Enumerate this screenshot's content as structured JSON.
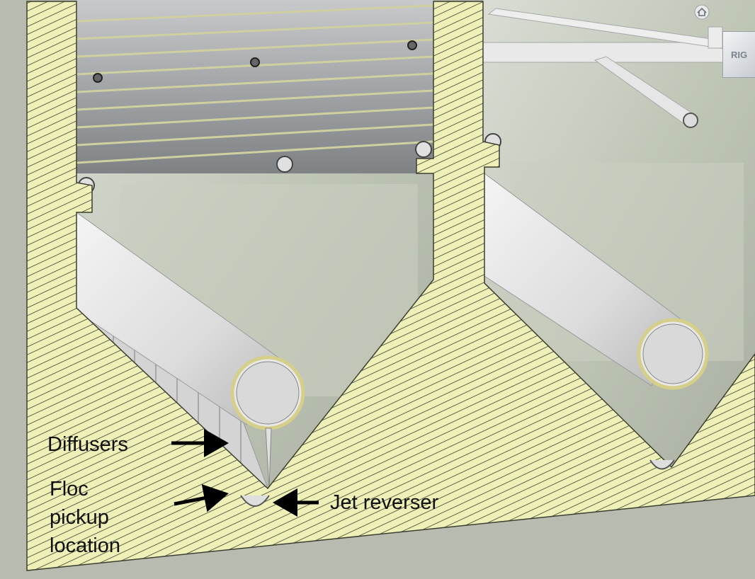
{
  "labels": {
    "diffusers": "Diffusers",
    "floc_pickup": [
      "Floc",
      "pickup",
      "location"
    ],
    "jet_reverser": "Jet reverser"
  },
  "viewcube": {
    "face_label": "RIG"
  },
  "icons": {
    "home": "home-icon"
  },
  "colors": {
    "concrete_section": "#eef0b8",
    "hatch": "#3c3f30",
    "tank_interior": "#c2c8b8",
    "pipe": "#e4e5e6",
    "plates": "#8a8d90",
    "arrow": "#000000"
  }
}
